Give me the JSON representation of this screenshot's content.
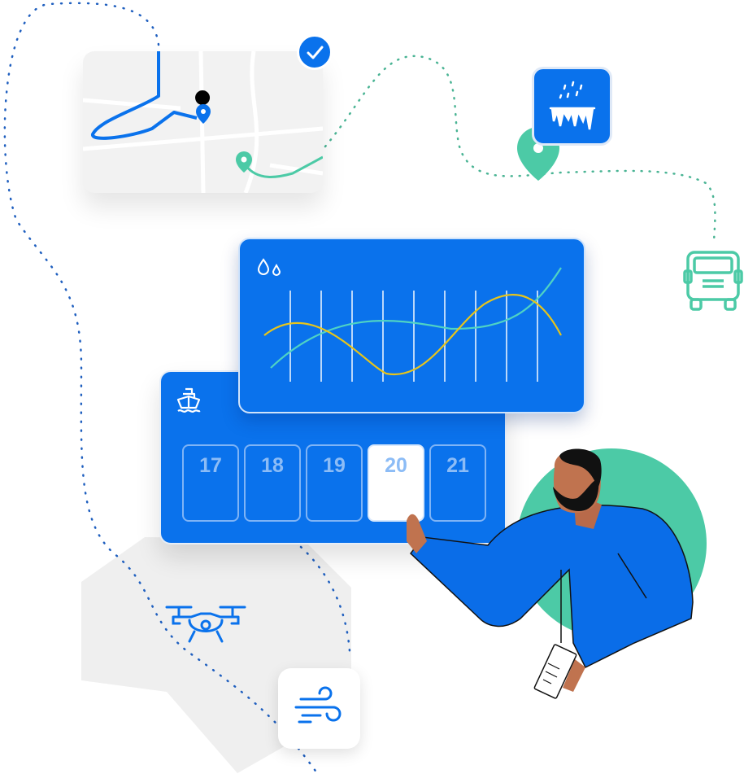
{
  "calendar": {
    "days": [
      "17",
      "18",
      "19",
      "20",
      "21"
    ],
    "selected_day": "20"
  },
  "colors": {
    "brand_blue": "#0a72ec",
    "accent_green": "#4ccaa6",
    "chart_yellow": "#e8c51a",
    "chart_teal": "#4fd3c4"
  },
  "icons": [
    "check-icon",
    "ice-weather-icon",
    "location-pin-icon",
    "truck-icon",
    "rain-drops-icon",
    "ship-icon",
    "drone-icon",
    "wind-icon"
  ]
}
